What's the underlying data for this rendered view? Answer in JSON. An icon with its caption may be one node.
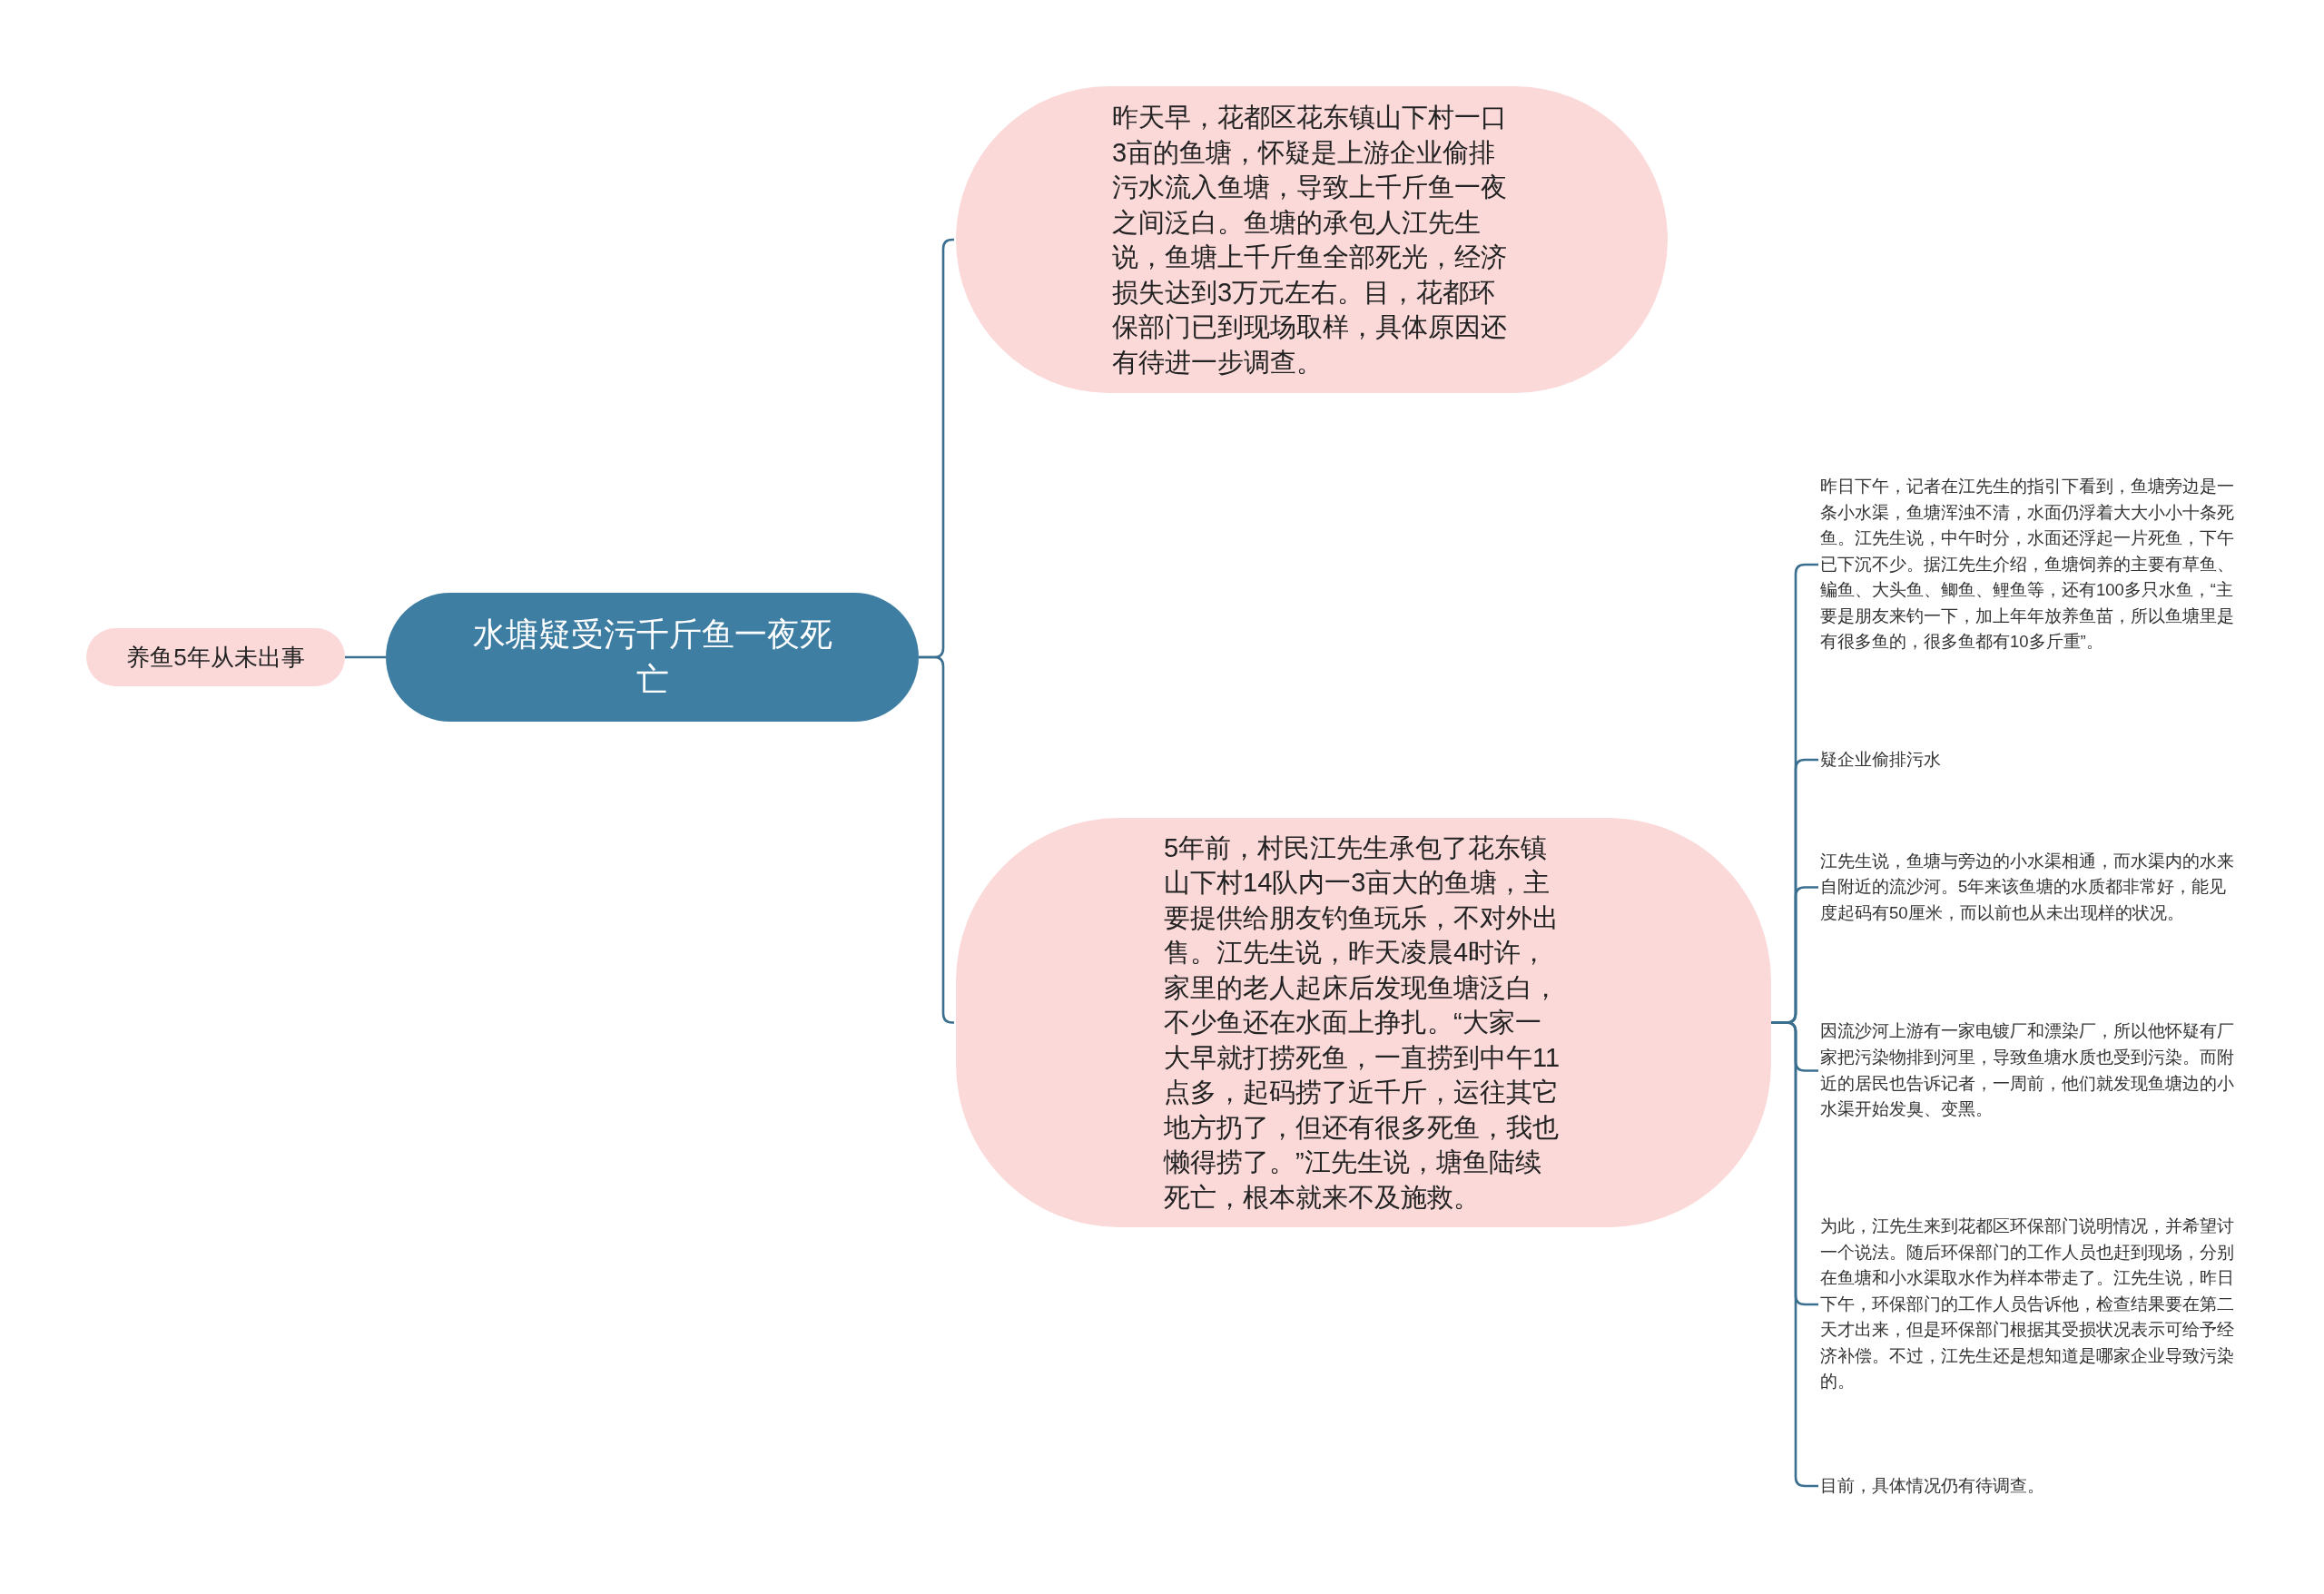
{
  "diagram": {
    "nodes": [
      {
        "text": [
          "水塘疑受污千斤鱼一夜死亡"
        ]
      },
      {
        "text": [
          "养鱼5年从未出事"
        ]
      },
      {
        "text": [
          "昨天早，花都区花东镇山下村一口3亩的鱼塘，怀疑是上游企业偷排污水流入鱼塘，导致上千斤鱼一夜之间泛白。鱼塘的承包人江先生说，鱼塘上千斤鱼全部死光，经济损失达到3万元左右。目，花都环保部门已到现场取样，具体原因还有待进一步调查。"
        ]
      },
      {
        "text": [
          "5年前，村民江先生承包了花东镇山下村14队内一3亩大的鱼塘，主要提供给朋友钓鱼玩乐，不对外出售。江先生说，昨天凌晨4时许，家里的老人起床后发现鱼塘泛白，不少鱼还在水面上挣扎。“大家一大早就打捞死鱼，一直捞到中午11点多，起码捞了近千斤，运往其它地方扔了，但还有很多死鱼，我也懒得捞了。”江先生说，塘鱼陆续死亡，根本就来不及施救。"
        ]
      },
      {
        "text": [
          "昨日下午，记者在江先生的指引下看到，鱼塘旁边是一条小水渠，鱼塘浑浊不清，水面仍浮着大大小小十条死鱼。江先生说，中午时分，水面还浮起一片死鱼，下午已下沉不少。据江先生介绍，鱼塘饲养的主要有草鱼、鳊鱼、大头鱼、鲫鱼、鲤鱼等，还有100多只水鱼，“主要是朋友来钓一下，加上年年放养鱼苗，所以鱼塘里是有很多鱼的，很多鱼都有10多斤重”。"
        ]
      },
      {
        "text": [
          "疑企业偷排污水"
        ]
      },
      {
        "text": [
          "江先生说，鱼塘与旁边的小水渠相通，而水渠内的水来自附近的流沙河。5年来该鱼塘的水质都非常好，能见度起码有50厘米，而以前也从未出现样的状况。"
        ]
      },
      {
        "text": [
          "因流沙河上游有一家电镀厂和漂染厂，所以他怀疑有厂家把污染物排到河里，导致鱼塘水质也受到污染。而附近的居民也告诉记者，一周前，他们就发现鱼塘边的小水渠开始发臭、变黑。"
        ]
      },
      {
        "text": [
          "为此，江先生来到花都区环保部门说明情况，并希望讨一个说法。随后环保部门的工作人员也赶到现场，分别在鱼塘和小水渠取水作为样本带走了。江先生说，昨日下午，环保部门的工作人员告诉他，检查结果要在第二天才出来，但是环保部门根据其受损状况表示可给予经济补偿。不过，江先生还是想知道是哪家企业导致污染的。"
        ]
      },
      {
        "text": [
          "目前，具体情况仍有待调查。"
        ]
      }
    ],
    "edges": [
      {
        "from": 0,
        "to": 1,
        "arrow": "none"
      },
      {
        "from": 0,
        "to": 2,
        "arrow": "none"
      },
      {
        "from": 0,
        "to": 3,
        "arrow": "none"
      },
      {
        "from": 3,
        "to": 4,
        "arrow": "none"
      },
      {
        "from": 3,
        "to": 5,
        "arrow": "none"
      },
      {
        "from": 3,
        "to": 6,
        "arrow": "none"
      },
      {
        "from": 3,
        "to": 7,
        "arrow": "none"
      },
      {
        "from": 3,
        "to": 8,
        "arrow": "none"
      },
      {
        "from": 3,
        "to": 9,
        "arrow": "none"
      }
    ]
  }
}
